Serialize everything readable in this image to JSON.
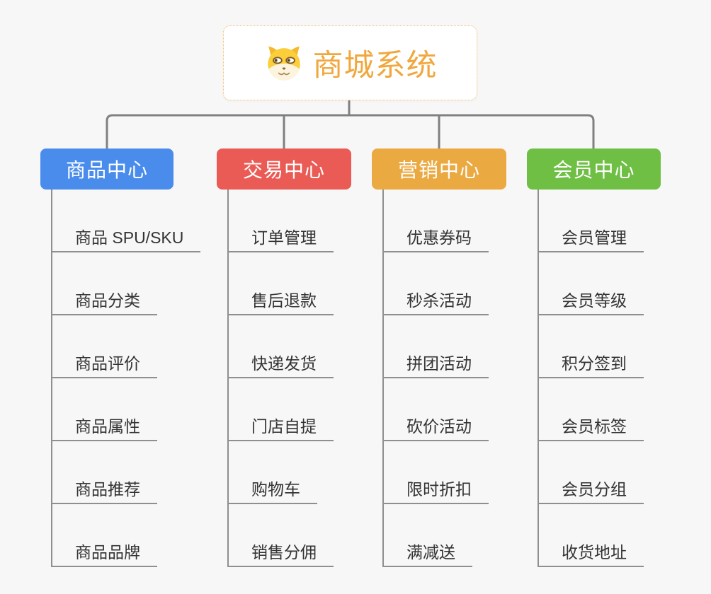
{
  "root": {
    "title": "商城系统",
    "icon": "shiba-dog-icon"
  },
  "branches": [
    {
      "id": "product-center",
      "label": "商品中心",
      "color": "#4a8cec",
      "children": [
        "商品 SPU/SKU",
        "商品分类",
        "商品评价",
        "商品属性",
        "商品推荐",
        "商品品牌"
      ]
    },
    {
      "id": "trade-center",
      "label": "交易中心",
      "color": "#ea5b55",
      "children": [
        "订单管理",
        "售后退款",
        "快递发货",
        "门店自提",
        "购物车",
        "销售分佣"
      ]
    },
    {
      "id": "marketing-center",
      "label": "营销中心",
      "color": "#eba942",
      "children": [
        "优惠券码",
        "秒杀活动",
        "拼团活动",
        "砍价活动",
        "限时折扣",
        "满减送"
      ]
    },
    {
      "id": "member-center",
      "label": "会员中心",
      "color": "#6fbf45",
      "children": [
        "会员管理",
        "会员等级",
        "积分签到",
        "会员标签",
        "会员分组",
        "收货地址"
      ]
    }
  ],
  "colors": {
    "background": "#f7f7f7",
    "connector_gray": "#808080",
    "underline_gray": "#8f8f8f",
    "root_accent_orange": "#f0a83e",
    "child_text": "#333333"
  }
}
